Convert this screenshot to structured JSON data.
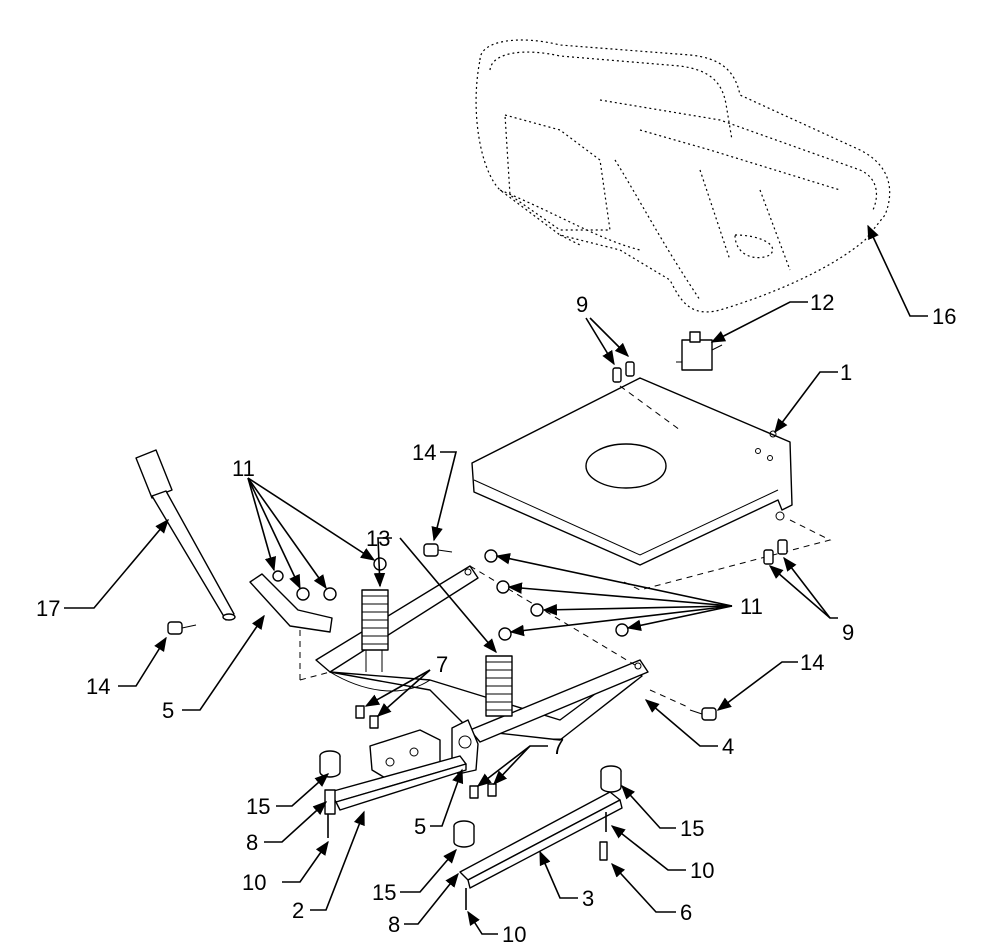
{
  "callouts": {
    "c1": "1",
    "c2": "2",
    "c3": "3",
    "c4": "4",
    "c5a": "5",
    "c5b": "5",
    "c6": "6",
    "c7a": "7",
    "c7b": "7",
    "c8a": "8",
    "c8b": "8",
    "c9a": "9",
    "c9b": "9",
    "c10a": "10",
    "c10b": "10",
    "c10c": "10",
    "c11a": "11",
    "c11b": "11",
    "c12": "12",
    "c13": "13",
    "c14a": "14",
    "c14b": "14",
    "c14c": "14",
    "c15a": "15",
    "c15b": "15",
    "c15c": "15",
    "c16": "16",
    "c17": "17"
  }
}
